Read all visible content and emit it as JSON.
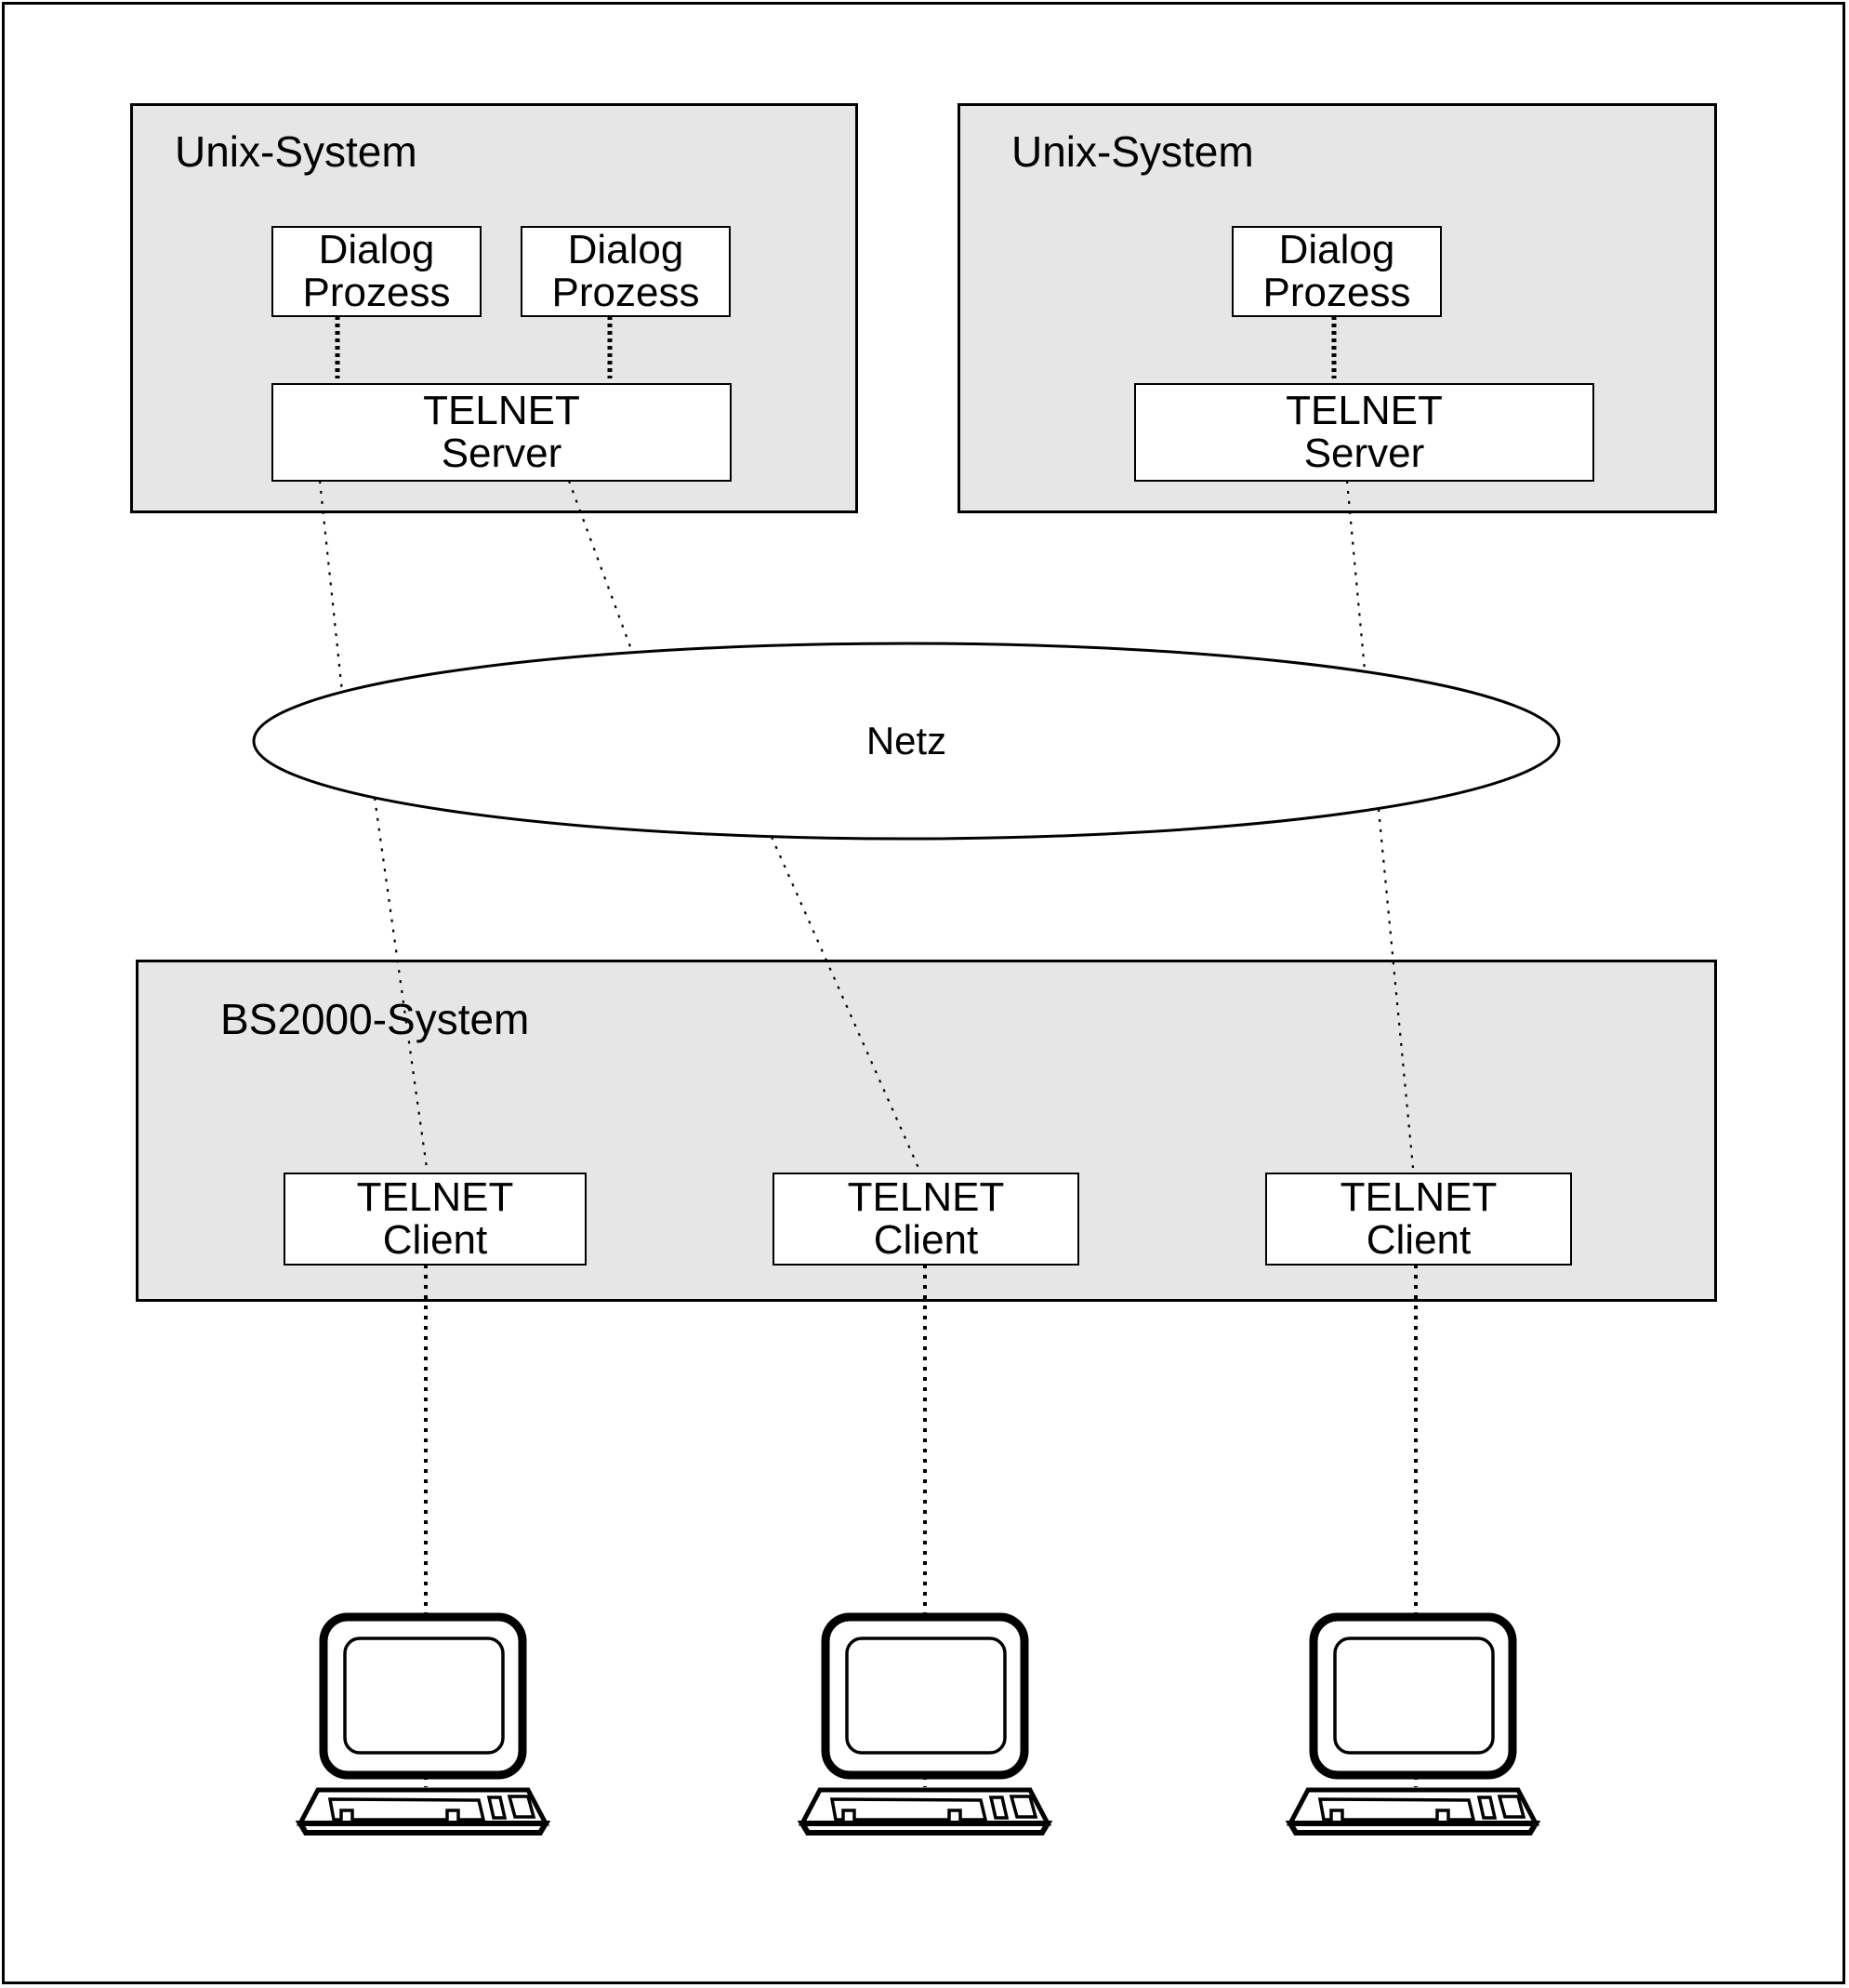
{
  "colors": {
    "system_fill": "#e6e6e6",
    "process_fill": "#ffffff",
    "stroke": "#000000"
  },
  "unix_left": {
    "title": "Unix-System",
    "dialog1": {
      "line1": "Dialog",
      "line2": "Prozess"
    },
    "dialog2": {
      "line1": "Dialog",
      "line2": "Prozess"
    },
    "server": {
      "line1": "TELNET",
      "line2": "Server"
    }
  },
  "unix_right": {
    "title": "Unix-System",
    "dialog": {
      "line1": "Dialog",
      "line2": "Prozess"
    },
    "server": {
      "line1": "TELNET",
      "line2": "Server"
    }
  },
  "network": {
    "label": "Netz"
  },
  "bs2000": {
    "title": "BS2000-System",
    "clients": [
      {
        "line1": "TELNET",
        "line2": "Client"
      },
      {
        "line1": "TELNET",
        "line2": "Client"
      },
      {
        "line1": "TELNET",
        "line2": "Client"
      }
    ]
  },
  "terminals": {
    "icon": "terminal-icon",
    "count": 3
  }
}
